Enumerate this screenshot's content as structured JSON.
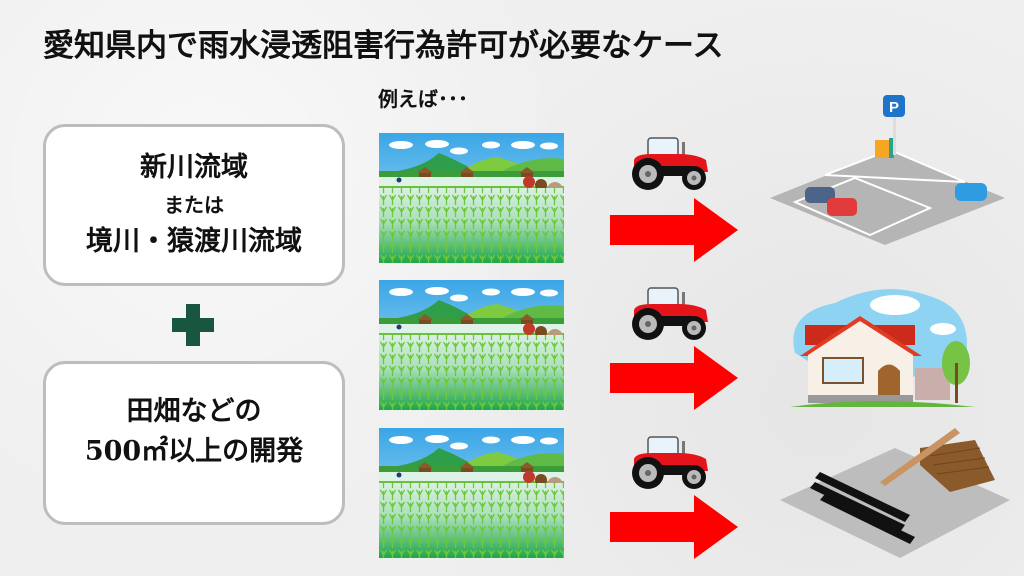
{
  "title": "愛知県内で雨水浸透阻害行為許可が必要なケース",
  "conditions": {
    "box1": {
      "line1": "新川流域",
      "line2": "または",
      "line3": "境川・猿渡川流域"
    },
    "connector_icon": "plus-icon",
    "box2": {
      "line1": "田畑などの",
      "line2": "500㎡以上の開発"
    }
  },
  "examples": {
    "label": "例えば･･･",
    "rows": [
      {
        "from": "rice-field-illustration",
        "via": "tractor-icon",
        "arrow": "right-arrow-icon",
        "to": "parking-lot-illustration"
      },
      {
        "from": "rice-field-illustration",
        "via": "tractor-icon",
        "arrow": "right-arrow-icon",
        "to": "house-illustration"
      },
      {
        "from": "rice-field-illustration",
        "via": "tractor-icon",
        "arrow": "right-arrow-icon",
        "to": "construction-materials-illustration"
      }
    ]
  },
  "colors": {
    "background": "#efefef",
    "plus": "#195640",
    "arrow": "#ff0000",
    "box_border": "#bdbdbd"
  }
}
